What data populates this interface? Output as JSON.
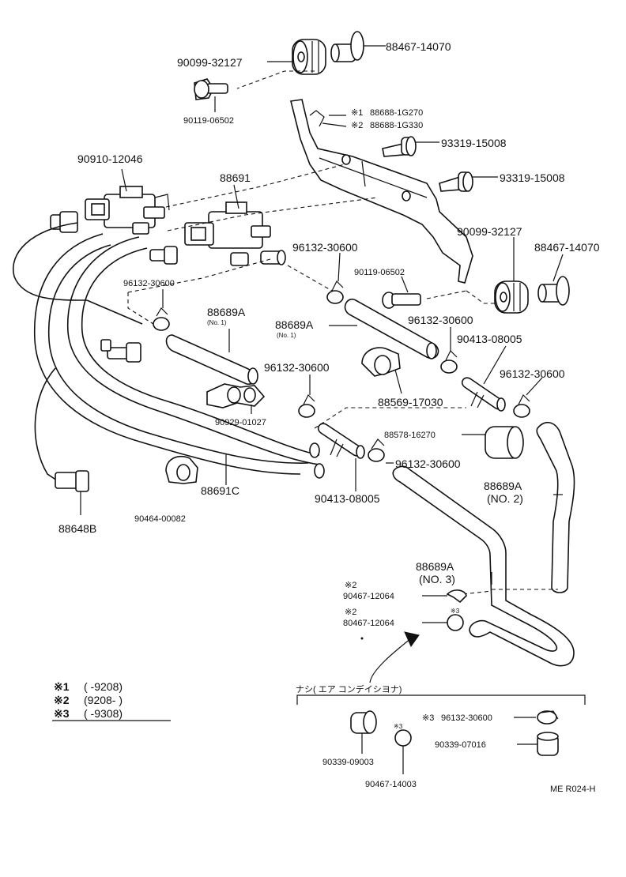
{
  "labels": {
    "p_88467_14070_top": "88467-14070",
    "p_90099_32127_top": "90099-32127",
    "p_90119_06502_top": "90119-06502",
    "p_bracket_1": "88688-1G270",
    "p_bracket_1_mark": "※1",
    "p_bracket_2": "88688-1G330",
    "p_bracket_2_mark": "※2",
    "p_93319_15008_a": "93319-15008",
    "p_93319_15008_b": "93319-15008",
    "p_90910_12046": "90910-12046",
    "p_88691": "88691",
    "p_90099_32127_right": "90099-32127",
    "p_88467_14070_right": "88467-14070",
    "p_96132_30600_a": "96132-30600",
    "p_90119_06502_mid": "90119-06502",
    "p_96132_30600_b": "96132-30600",
    "p_88689A_left": "88689A",
    "p_88689A_left_sub": "(No. 1)",
    "p_88689A_mid": "88689A",
    "p_88689A_mid_sub": "(No. 1)",
    "p_96132_30600_c": "96132-30600",
    "p_90413_08005_top": "90413-08005",
    "p_96132_30600_d": "96132-30600",
    "p_96132_30600_e": "96132-30600",
    "p_88569_17030": "88569-17030",
    "p_90929_01027": "90929-01027",
    "p_88578_16270": "88578-16270",
    "p_96132_30600_f": "96132-30600",
    "p_88689A_no2": "88689A",
    "p_88689A_no2_sub": "(NO. 2)",
    "p_88691C": "88691C",
    "p_90413_08005_bot": "90413-08005",
    "p_90464_00082": "90464-00082",
    "p_88648B": "88648B",
    "p_88689A_no3": "88689A",
    "p_88689A_no3_sub": "(NO. 3)",
    "p_90467_12064_a_mark": "※2",
    "p_90467_12064_a": "90467-12064",
    "p_80467_12064_mark": "※2",
    "p_80467_12064": "80467-12064",
    "p_80467_12064_tag": "※3",
    "legend_mark_1": "※1",
    "legend_val_1": "(        -9208)",
    "legend_mark_2": "※2",
    "legend_val_2": "(9208-        )",
    "legend_mark_3": "※3",
    "legend_val_3": "(        -9308)",
    "note_no_ac": "ナシ( エア コンデイシヨナ)",
    "p_96132_30600_g_mark": "※3",
    "p_96132_30600_g": "96132-30600",
    "p_90339_07016": "90339-07016",
    "p_90339_09003": "90339-09003",
    "p_90467_14003": "90467-14003",
    "p_90467_14003_tag": "※3",
    "ref_code": "ME R024-H"
  }
}
